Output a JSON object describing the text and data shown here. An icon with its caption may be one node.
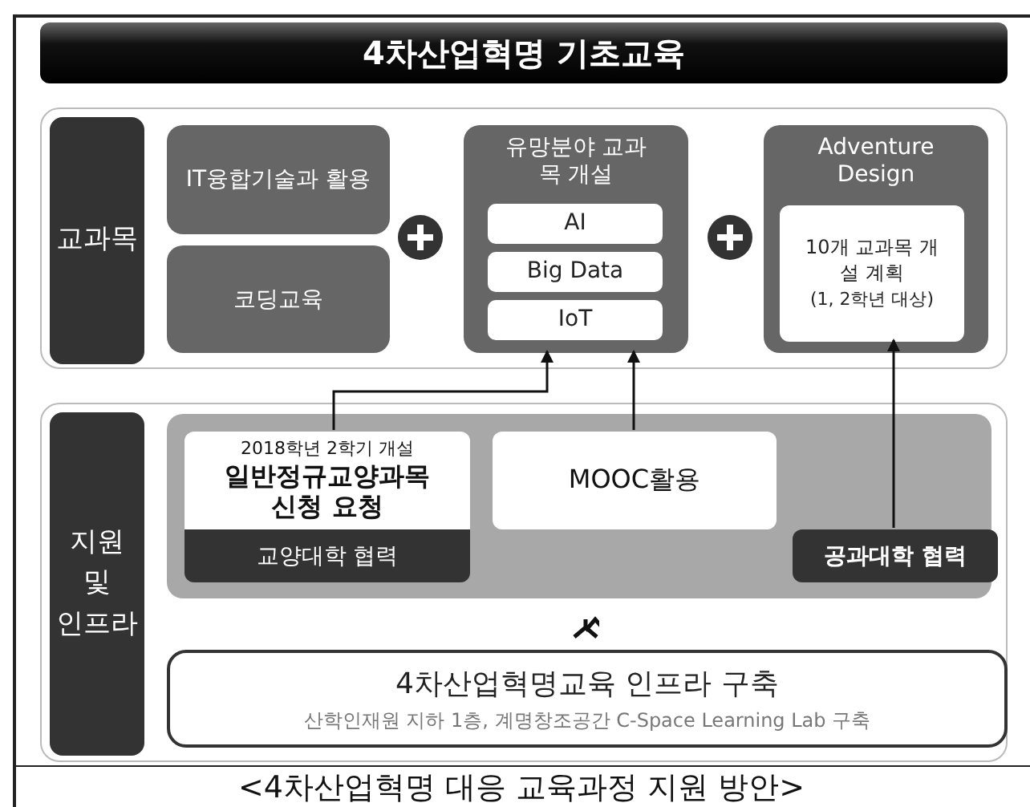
{
  "diagram": {
    "title": "4차산업혁명 기초교육",
    "caption": "<4차산업혁명 대응 교육과정 지원 방안>",
    "nodes": [
      {
        "text": [],
        "shape": "box"
      },
      {
        "text": [
          "교과목"
        ],
        "in": 0
      },
      {
        "text": [
          "IT융합기술과 활용"
        ],
        "in": 0
      },
      {
        "text": [
          "코딩교육"
        ],
        "in": 0
      },
      {
        "text": [
          "유망분야 교과목 개설"
        ],
        "in": 0
      },
      {
        "text": [
          "AI"
        ],
        "in": 4
      },
      {
        "text": [
          "Big Data"
        ],
        "in": 4
      },
      {
        "text": [
          "IoT"
        ],
        "in": 4
      },
      {
        "text": [
          "Adventure Design"
        ],
        "in": 0
      },
      {
        "text": [
          "10개 교과목 개설 계획",
          "(1, 2학년 대상)"
        ],
        "in": 8
      },
      {
        "text": [],
        "shape": "box"
      },
      {
        "text": [
          "지원 및 인프라"
        ],
        "in": 10
      },
      {
        "text": [],
        "shape": "box",
        "in": 10
      },
      {
        "text": [
          "2018학년 2학기 개설",
          "일반정규교양과목 신청 요청"
        ],
        "in": 12
      },
      {
        "text": [
          "교양대학 협력"
        ],
        "in": 12
      },
      {
        "text": [
          "MOOC활용"
        ],
        "in": 12
      },
      {
        "text": [
          "공과대학 협력"
        ],
        "in": 12
      },
      {
        "text": [
          "4차산업혁명교육 인프라 구축",
          "산학인재원 지하 1층, 계명창조공간 C-Space Learning Lab 구축"
        ],
        "in": 10
      }
    ],
    "edges": [
      {
        "from": 13,
        "to": 4,
        "arrow": "to"
      },
      {
        "from": 15,
        "to": 4,
        "arrow": "to"
      },
      {
        "from": 16,
        "to": 9,
        "arrow": "to"
      },
      {
        "from": 17,
        "to": 12,
        "arrow": "to"
      }
    ]
  }
}
